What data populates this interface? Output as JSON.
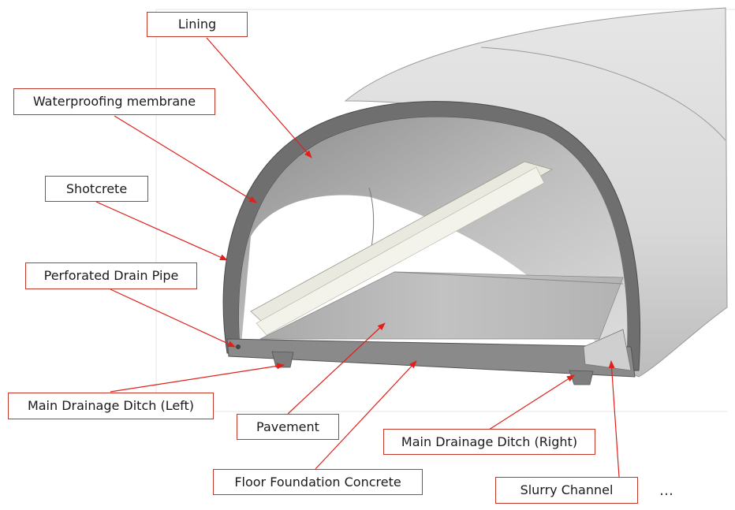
{
  "labels": {
    "lining": "Lining",
    "waterproofing": "Waterproofing membrane",
    "shotcrete": "Shotcrete",
    "drain_pipe": "Perforated Drain Pipe",
    "ditch_left": "Main Drainage Ditch (Left)",
    "pavement": "Pavement",
    "ditch_right": "Main Drainage Ditch (Right)",
    "floor_foundation": "Floor Foundation Concrete",
    "slurry_channel": "Slurry Channel"
  },
  "more_indicator": "…",
  "colors": {
    "leader": "#e0201b",
    "box_border": "#c0392b",
    "lining": "#6f6f6f",
    "exterior": "#d9d9d9",
    "pavement": "#b5b5b5"
  }
}
